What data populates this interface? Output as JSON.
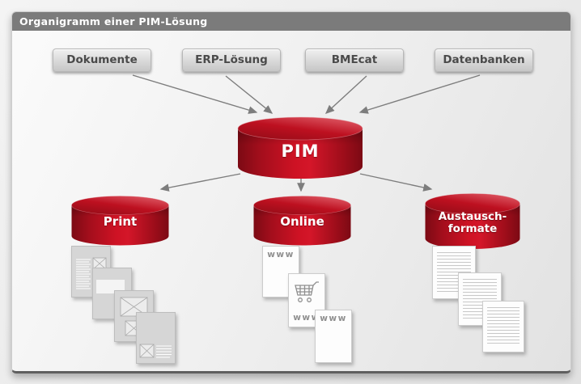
{
  "title": "Organigramm einer PIM-Lösung",
  "sources": [
    {
      "label": "Dokumente"
    },
    {
      "label": "ERP-Lösung"
    },
    {
      "label": "BMEcat"
    },
    {
      "label": "Datenbanken"
    }
  ],
  "hub": {
    "label": "PIM"
  },
  "outputs": [
    {
      "label": "Print"
    },
    {
      "label": "Online"
    },
    {
      "label_line1": "Austausch-",
      "label_line2": "formate"
    }
  ],
  "online_pages": [
    {
      "label": "www"
    },
    {
      "label": "www",
      "icon": "shopping-cart-icon"
    },
    {
      "label": "www"
    }
  ],
  "colors": {
    "accent_red_bright": "#d41629",
    "accent_red_dark": "#7c0a14",
    "titlebar_gray": "#7b7b7b",
    "arrow_gray": "#7d7d7d",
    "box_text_gray": "#4a4a4a"
  }
}
